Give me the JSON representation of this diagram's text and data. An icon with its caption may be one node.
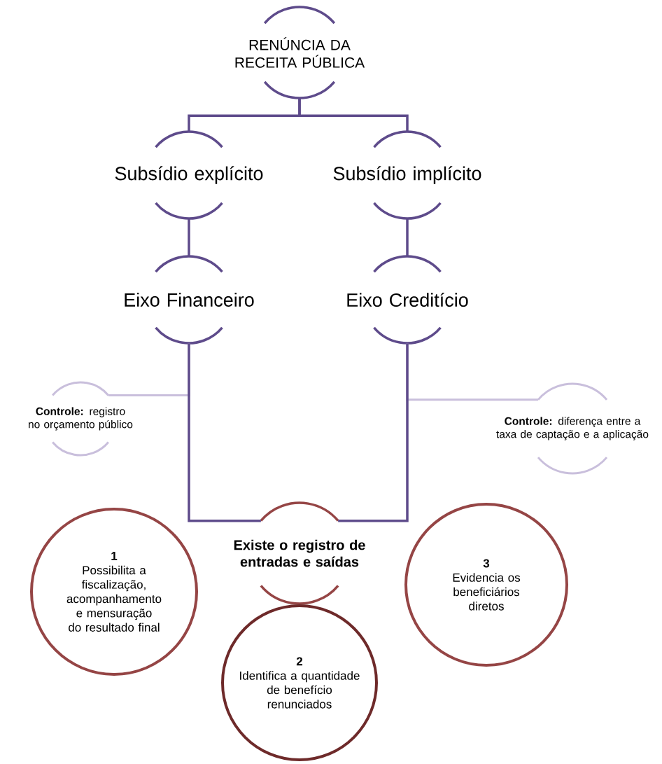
{
  "diagram": {
    "nodes": [
      {
        "text": [
          "RENÚNCIA DA RECEITA PÚBLICA"
        ]
      },
      {
        "text": [
          "Subsídio explícito"
        ]
      },
      {
        "text": [
          "Subsídio implícito"
        ]
      },
      {
        "text": [
          "Eixo Financeiro"
        ]
      },
      {
        "text": [
          "Eixo Creditício"
        ]
      },
      {
        "text": [
          "**Controle:** registro no orçamento público"
        ]
      },
      {
        "text": [
          "**Controle:** diferença entre a taxa de captação e a aplicação"
        ]
      },
      {
        "text": [
          "Existe o registro de entradas e saídas"
        ]
      },
      {
        "text": [
          "1",
          "Possibilita a fiscalização, acompanhamento e mensuração do resultado final"
        ]
      },
      {
        "text": [
          "2",
          "Identifica a quantidade de benefício renunciados"
        ]
      },
      {
        "text": [
          "3",
          "Evidencia os beneficiários diretos"
        ]
      }
    ],
    "edges": [
      {
        "from": 0,
        "to": 1,
        "arrow": "none"
      },
      {
        "from": 0,
        "to": 2,
        "arrow": "none"
      },
      {
        "from": 1,
        "to": 3,
        "arrow": "none"
      },
      {
        "from": 2,
        "to": 4,
        "arrow": "none"
      },
      {
        "from": 3,
        "to": 7,
        "arrow": "none"
      },
      {
        "from": 4,
        "to": 7,
        "arrow": "none"
      },
      {
        "from": 3,
        "to": 5,
        "arrow": "none",
        "color": "#c9bfdc"
      },
      {
        "from": 4,
        "to": 6,
        "arrow": "none",
        "color": "#c9bfdc"
      }
    ]
  }
}
